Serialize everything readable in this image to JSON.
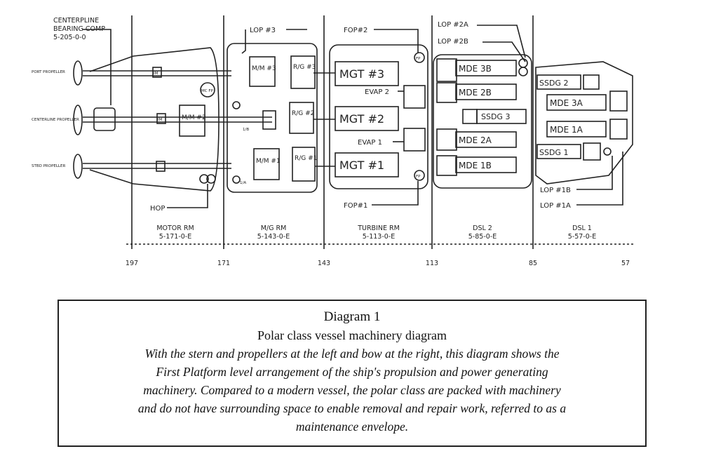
{
  "diagram": {
    "centerline_label": [
      "CENTERPLINE",
      "BEARING COMP",
      "5-205-0-0"
    ],
    "propellers": {
      "port": "PORT PROPELLER",
      "center": "CENTERLINE PROPELLER",
      "stbd": "STBD PROPELLER"
    },
    "small_labels": {
      "port_shaft": "IM",
      "center_shaft": "IM",
      "mcfp": "MC FP",
      "fp": "FP",
      "one_b": "1/B",
      "one_a": "1/A"
    },
    "motor_generators": [
      "M/M #3",
      "M/M #2",
      "M/M #1"
    ],
    "reduction_gears": [
      "R/G #3",
      "R/G #2",
      "R/G #1"
    ],
    "gas_turbines": [
      "MGT #3",
      "MGT #2",
      "MGT #1"
    ],
    "evaporators": [
      "EVAP 2",
      "EVAP 1"
    ],
    "diesels": [
      "MDE 3B",
      "MDE 2B",
      "MDE 2A",
      "MDE 1B",
      "MDE 3A",
      "MDE 1A"
    ],
    "ssdg": [
      "SSDG 3",
      "SSDG 2",
      "SSDG 1"
    ],
    "callouts": {
      "lop3": "LOP #3",
      "fop2": "FOP#2",
      "fop1": "FOP#1",
      "lop2a": "LOP #2A",
      "lop2b": "LOP #2B",
      "lop1b": "LOP #1B",
      "lop1a": "LOP #1A",
      "hop": "HOP"
    },
    "rooms": [
      {
        "name": "MOTOR RM",
        "code": "5-171-0-E"
      },
      {
        "name": "M/G RM",
        "code": "5-143-0-E"
      },
      {
        "name": "TURBINE RM",
        "code": "5-113-0-E"
      },
      {
        "name": "DSL 2",
        "code": "5-85-0-E"
      },
      {
        "name": "DSL 1",
        "code": "5-57-0-E"
      }
    ],
    "frames": [
      "197",
      "171",
      "143",
      "113",
      "85",
      "57"
    ]
  },
  "caption": {
    "title": "Diagram 1",
    "subtitle": "Polar class vessel machinery diagram",
    "lines": [
      "With the stern and propellers at the left and bow at the right, this diagram shows the",
      "First Platform level arrangement of the ship's propulsion and power generating",
      "machinery. Compared to a modern vessel, the polar class are packed with machinery",
      "and do not have surrounding space to enable removal and repair work, referred to as a",
      "maintenance envelope."
    ]
  }
}
